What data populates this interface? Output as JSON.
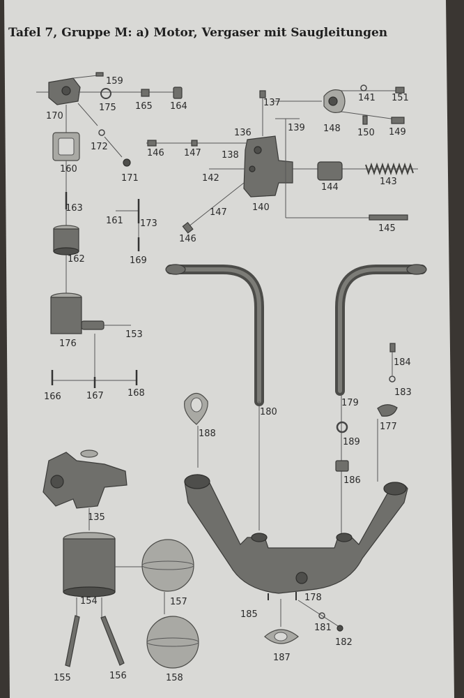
{
  "title": "Tafel 7, Gruppe M: a) Motor, Vergaser mit Saugleitungen",
  "labels": {
    "n135": "135",
    "n136": "136",
    "n137": "137",
    "n138": "138",
    "n139": "139",
    "n140": "140",
    "n141": "141",
    "n142": "142",
    "n143": "143",
    "n144": "144",
    "n145": "145",
    "n146a": "146",
    "n146b": "146",
    "n147a": "147",
    "n147b": "147",
    "n148": "148",
    "n149": "149",
    "n150": "150",
    "n151": "151",
    "n153": "153",
    "n154": "154",
    "n155": "155",
    "n156": "156",
    "n157": "157",
    "n158": "158",
    "n159": "159",
    "n160": "160",
    "n161": "161",
    "n162": "162",
    "n163": "163",
    "n164": "164",
    "n165": "165",
    "n166": "166",
    "n167": "167",
    "n168": "168",
    "n169": "169",
    "n170": "170",
    "n171": "171",
    "n172": "172",
    "n173": "173",
    "n175": "175",
    "n176": "176",
    "n177": "177",
    "n178": "178",
    "n179": "179",
    "n180": "180",
    "n181": "181",
    "n182": "182",
    "n183": "183",
    "n184": "184",
    "n185": "185",
    "n186": "186",
    "n187": "187",
    "n188": "188",
    "n189": "189"
  },
  "colors": {
    "paper": "#d9d9d6",
    "ink": "#1f1f1f",
    "background": "#3a3632"
  }
}
